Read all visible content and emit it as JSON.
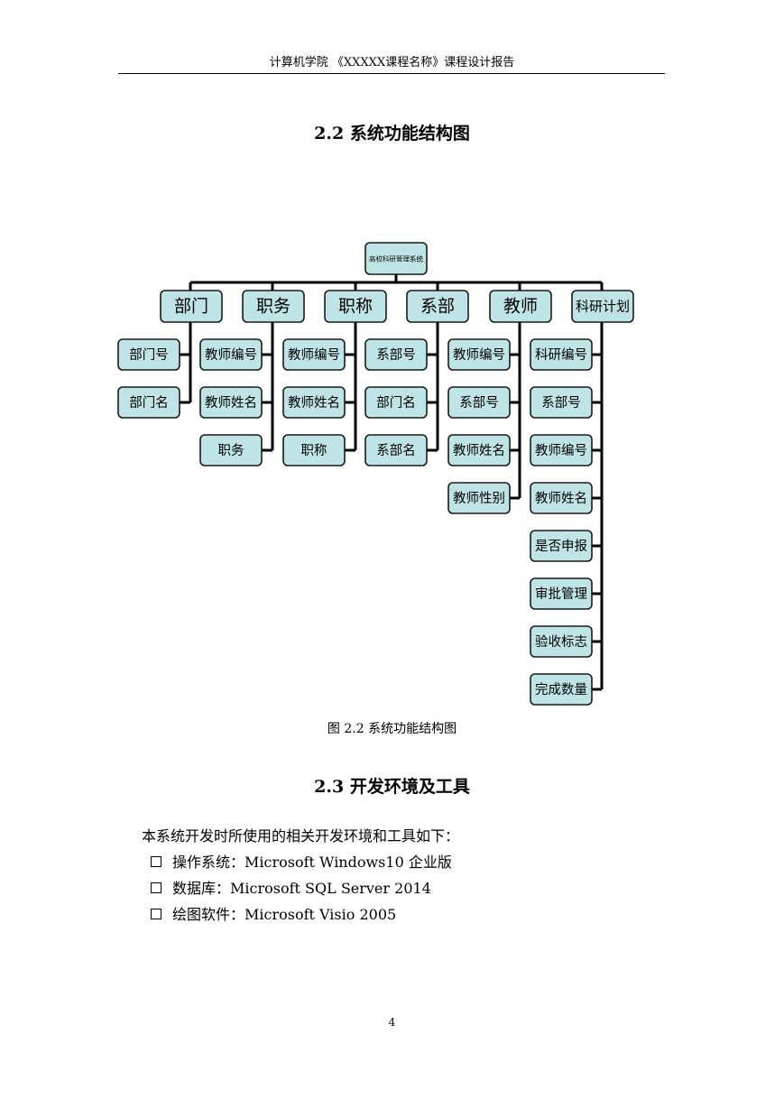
{
  "header": "计算机学院 《XXXXX课程名称》课程设计报告",
  "section_22": {
    "title": "2.2 系统功能结构图"
  },
  "diagram": {
    "root": "高校科研管理系统",
    "categories": [
      {
        "label": "部门",
        "items": [
          "部门号",
          "部门名"
        ]
      },
      {
        "label": "职务",
        "items": [
          "教师编号",
          "教师姓名",
          "职务"
        ]
      },
      {
        "label": "职称",
        "items": [
          "教师编号",
          "教师姓名",
          "职称"
        ]
      },
      {
        "label": "系部",
        "items": [
          "系部号",
          "部门名",
          "系部名"
        ]
      },
      {
        "label": "教师",
        "items": [
          "教师编号",
          "系部号",
          "教师姓名",
          "教师性别"
        ]
      },
      {
        "label": "科研计划",
        "items": [
          "科研编号",
          "系部号",
          "教师编号",
          "教师姓名",
          "是否申报",
          "审批管理",
          "验收标志",
          "完成数量"
        ]
      }
    ],
    "caption": "图 2.2 系统功能结构图"
  },
  "section_23": {
    "title": "2.3 开发环境及工具",
    "intro": "本系统开发时所使用的相关开发环境和工具如下：",
    "items": [
      "操作系统：Microsoft Windows10 企业版",
      "数据库：Microsoft SQL Server 2014",
      "绘图软件：Microsoft Visio 2005"
    ]
  },
  "page_number": "4"
}
